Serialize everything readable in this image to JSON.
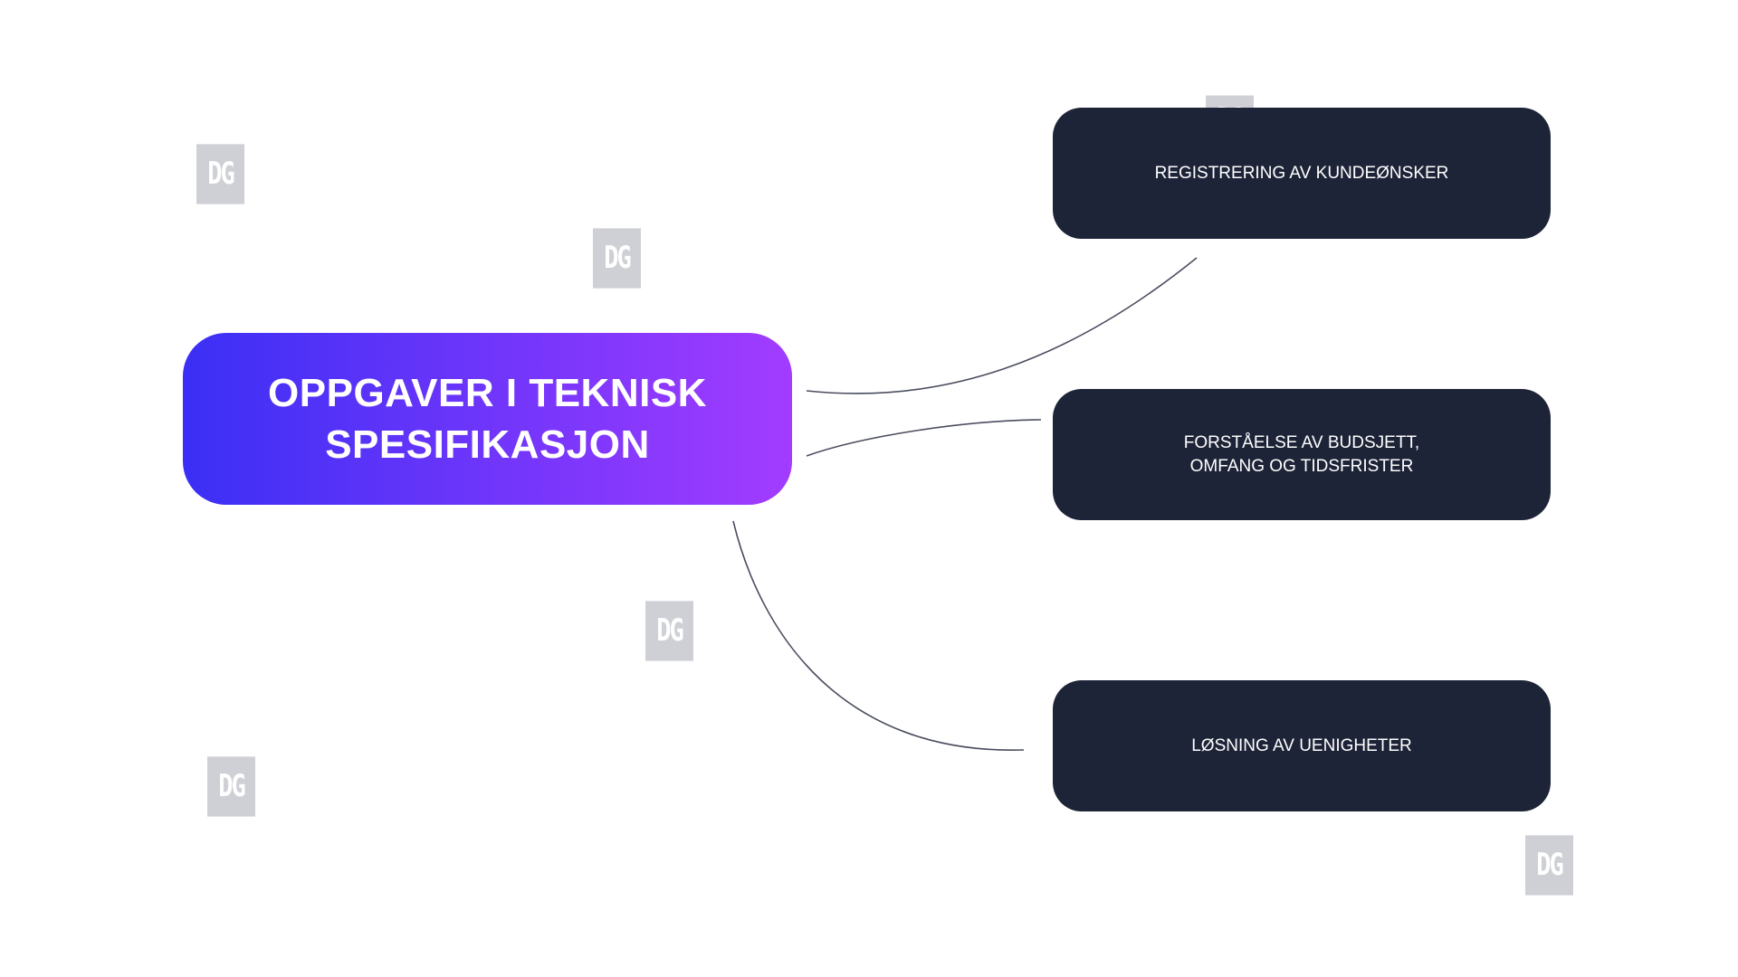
{
  "central": {
    "title": "OPPGAVER I TEKNISK\nSPESIFIKASJON"
  },
  "branches": [
    {
      "label": "REGISTRERING AV KUNDEØNSKER"
    },
    {
      "label": "FORSTÅELSE AV BUDSJETT,\nOMFANG OG TIDSFRISTER"
    },
    {
      "label": "LØSNING AV UENIGHETER"
    }
  ],
  "watermark": {
    "text": "DG"
  },
  "colors": {
    "background": "#ffffff",
    "central_gradient_start": "#3b2ff5",
    "central_gradient_end": "#a23cff",
    "branch_box": "#1e2438",
    "branch_text": "#ffffff",
    "connector": "#4a4d5e",
    "watermark_bg": "#cfd0d6",
    "watermark_text": "#ffffff"
  }
}
